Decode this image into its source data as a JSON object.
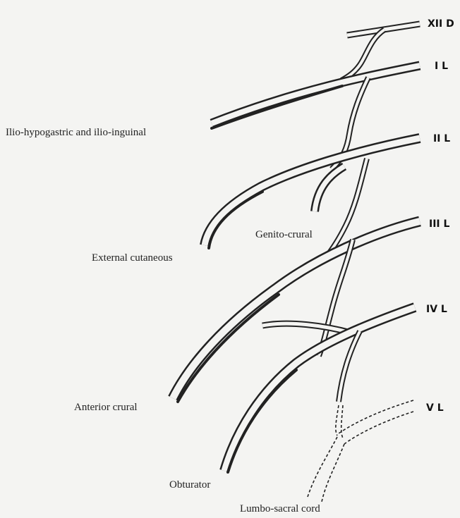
{
  "segments": {
    "xii_d": "XII D",
    "i_l": "I L",
    "ii_l": "II L",
    "iii_l": "III L",
    "iv_l": "IV L",
    "v_l": "V L"
  },
  "nerves": {
    "ilio": "Ilio-hypogastric and ilio-inguinal",
    "external_cutaneous": "External cutaneous",
    "genito_crural": "Genito-crural",
    "anterior_crural": "Anterior crural",
    "obturator": "Obturator",
    "lumbo_sacral": "Lumbo-sacral cord"
  },
  "colors": {
    "background": "#f4f4f2",
    "ink": "#222222"
  }
}
